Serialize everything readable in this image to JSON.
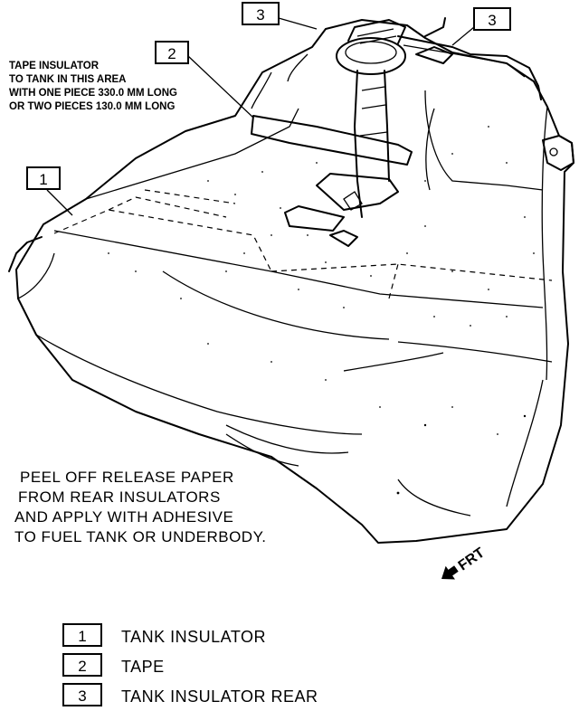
{
  "callouts": {
    "top_left": "3",
    "top_right": "3",
    "tape": "2",
    "tank_insulator": "1"
  },
  "notes": {
    "tape_note": [
      "TAPE  INSULATOR",
      "TO TANK IN THIS AREA",
      "WITH ONE PIECE 330.0 MM LONG",
      "OR TWO PIECES 130.0 MM LONG"
    ],
    "peel_note": [
      "PEEL OFF RELEASE PAPER",
      "FROM REAR INSULATORS",
      "AND APPLY WITH ADHESIVE",
      "TO FUEL TANK OR UNDERBODY."
    ]
  },
  "direction_label": "FRT",
  "legend": [
    {
      "number": "1",
      "label": "TANK INSULATOR"
    },
    {
      "number": "2",
      "label": "TAPE"
    },
    {
      "number": "3",
      "label": "TANK INSULATOR REAR"
    }
  ]
}
